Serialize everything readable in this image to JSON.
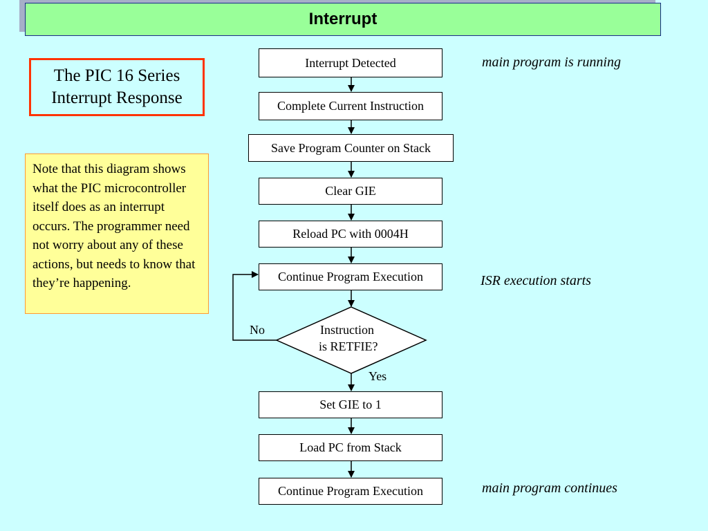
{
  "header": {
    "title": "Interrupt"
  },
  "side_title": {
    "line1": "The PIC 16 Series",
    "line2": "Interrupt Response"
  },
  "note": {
    "text": "Note that this diagram shows what the PIC microcontroller itself does as an interrupt occurs. The programmer need not worry about any of these actions, but needs to know that they’re happening."
  },
  "flow": {
    "step1": "Interrupt Detected",
    "step2": "Complete Current Instruction",
    "step3": "Save Program Counter on Stack",
    "step4": "Clear GIE",
    "step5": "Reload PC with 0004H",
    "step6": "Continue Program Execution",
    "decision_line1": "Instruction",
    "decision_line2": "is RETFIE?",
    "no_label": "No",
    "yes_label": "Yes",
    "step7": "Set GIE to 1",
    "step8": "Load PC from Stack",
    "step9": "Continue Program Execution"
  },
  "annotations": {
    "running": "main program is running",
    "isr": "ISR execution starts",
    "continues": "main program continues"
  }
}
